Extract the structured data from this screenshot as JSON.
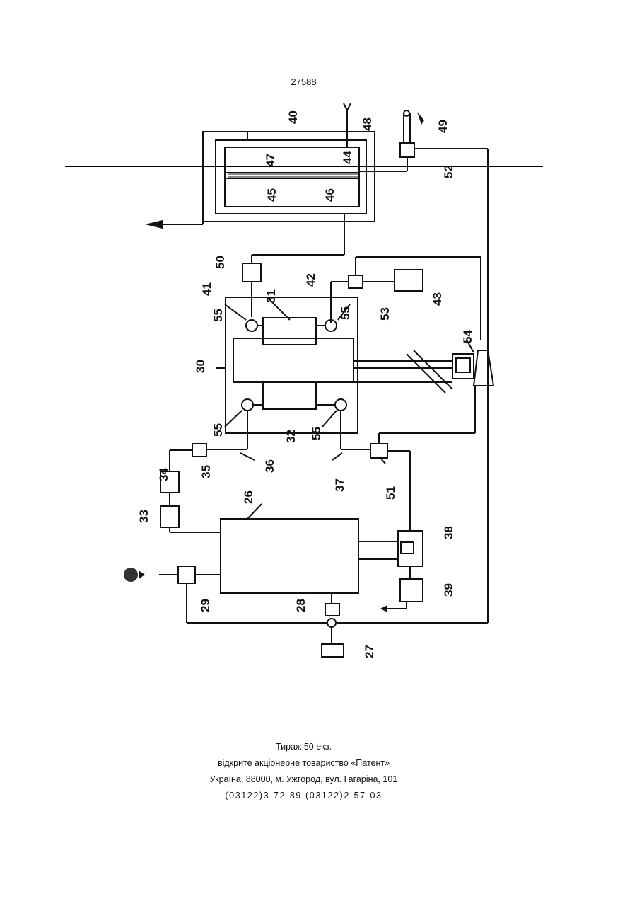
{
  "document": {
    "page_number": "27588",
    "figure_labels": [
      "40",
      "48",
      "49",
      "52",
      "44",
      "47",
      "45",
      "46",
      "50",
      "41",
      "42",
      "53",
      "43",
      "31",
      "55",
      "55",
      "30",
      "54",
      "55",
      "32",
      "55",
      "36",
      "35",
      "34",
      "33",
      "37",
      "51",
      "26",
      "38",
      "39",
      "28",
      "29",
      "27"
    ],
    "footer": {
      "line1": "Тираж 50 екз.",
      "line2": "відкрите акціонерне товариство «Патент»",
      "line3": "Україна, 88000, м. Ужгород, вул. Гагаріна, 101",
      "line4": "(03122)3-72-89 (03122)2-57-03"
    }
  }
}
